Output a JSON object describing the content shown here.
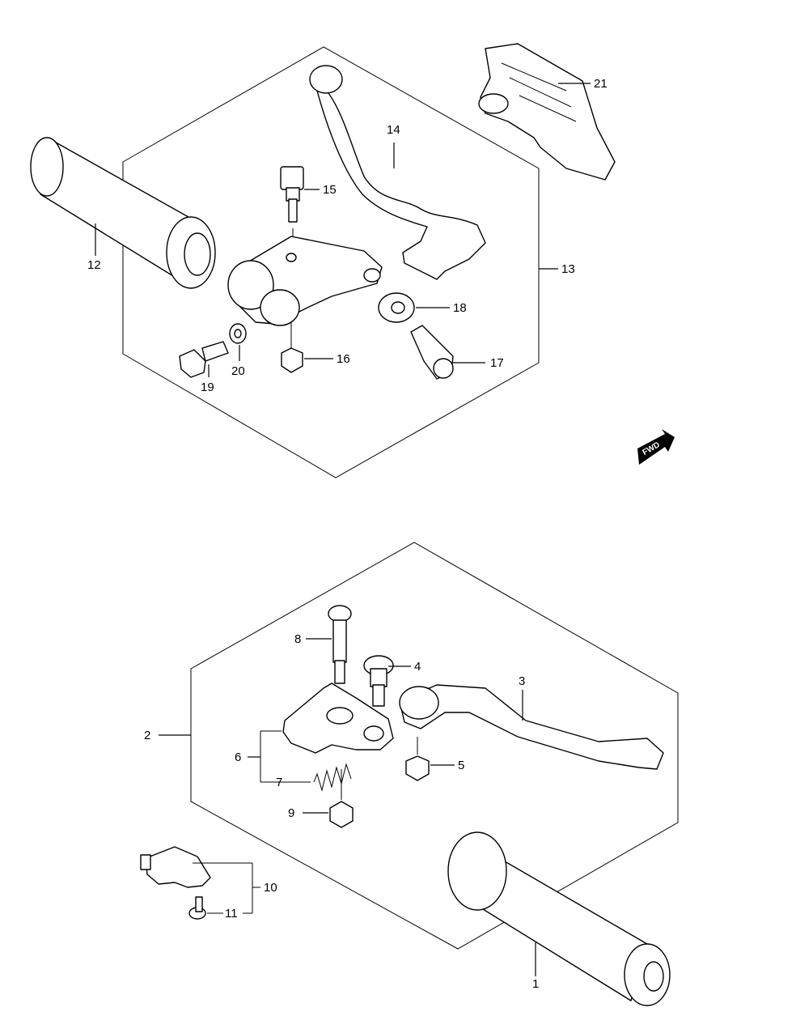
{
  "callouts": {
    "c1": "1",
    "c2": "2",
    "c3": "3",
    "c4": "4",
    "c5": "5",
    "c6": "6",
    "c7": "7",
    "c8": "8",
    "c9": "9",
    "c10": "10",
    "c11": "11",
    "c12": "12",
    "c13": "13",
    "c14": "14",
    "c15": "15",
    "c16": "16",
    "c17": "17",
    "c18": "18",
    "c19": "19",
    "c20": "20",
    "c21": "21"
  },
  "fwd_mark": "FWD"
}
